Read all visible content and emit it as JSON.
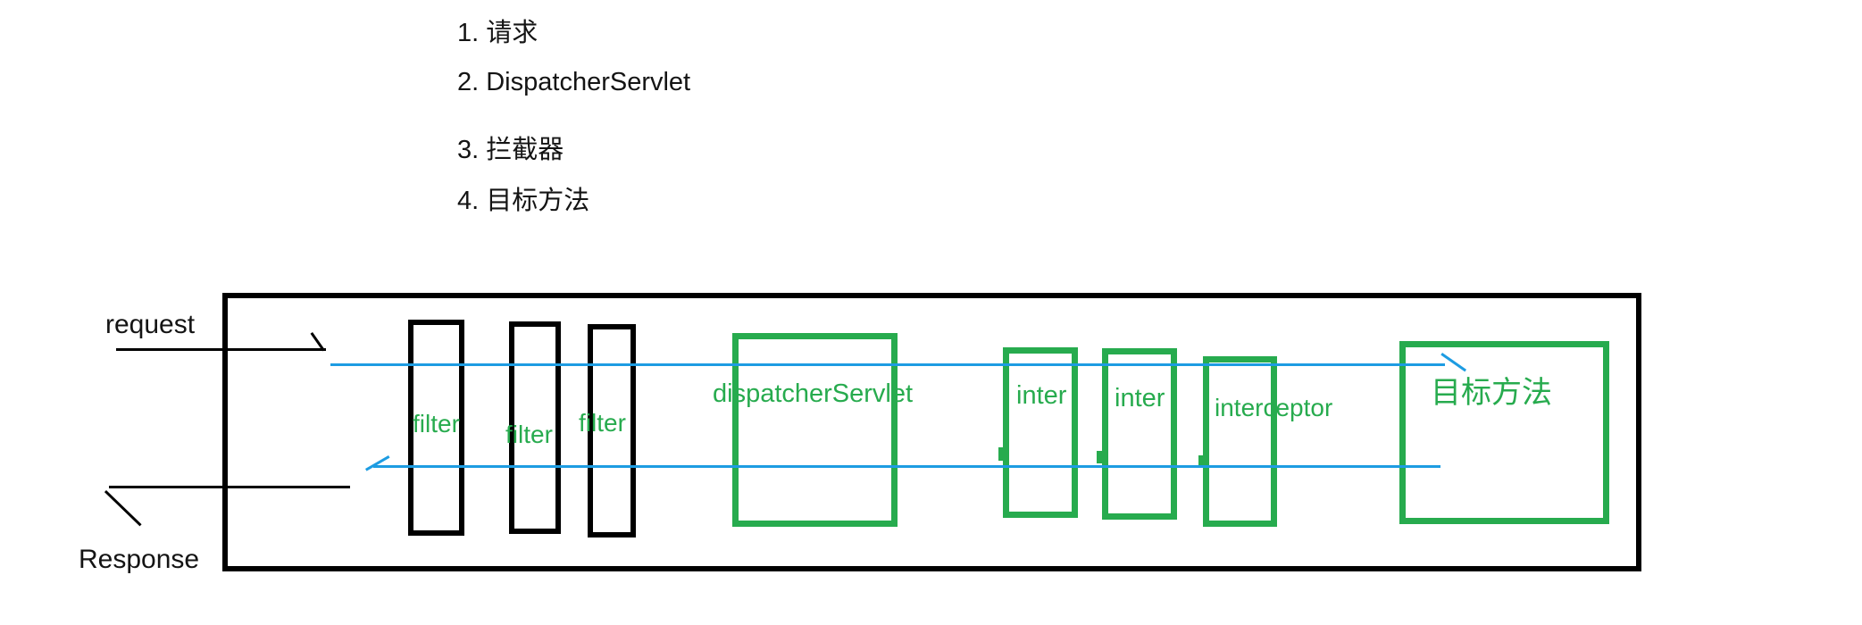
{
  "colors": {
    "green": "#27ab4e",
    "blue": "#1d9ce2",
    "black": "#000000"
  },
  "notes": {
    "items": [
      "1. 请求",
      "2. DispatcherServlet",
      "3. 拦截器",
      "4. 目标方法"
    ]
  },
  "diagram": {
    "request_label": "request",
    "response_label": "Response",
    "filters": [
      "filter",
      "filter",
      "filter"
    ],
    "dispatcher_servlet_label": "dispatcherServlet",
    "interceptors": [
      "inter",
      "inter",
      "interceptor"
    ],
    "target_method_label": "目标方法"
  }
}
